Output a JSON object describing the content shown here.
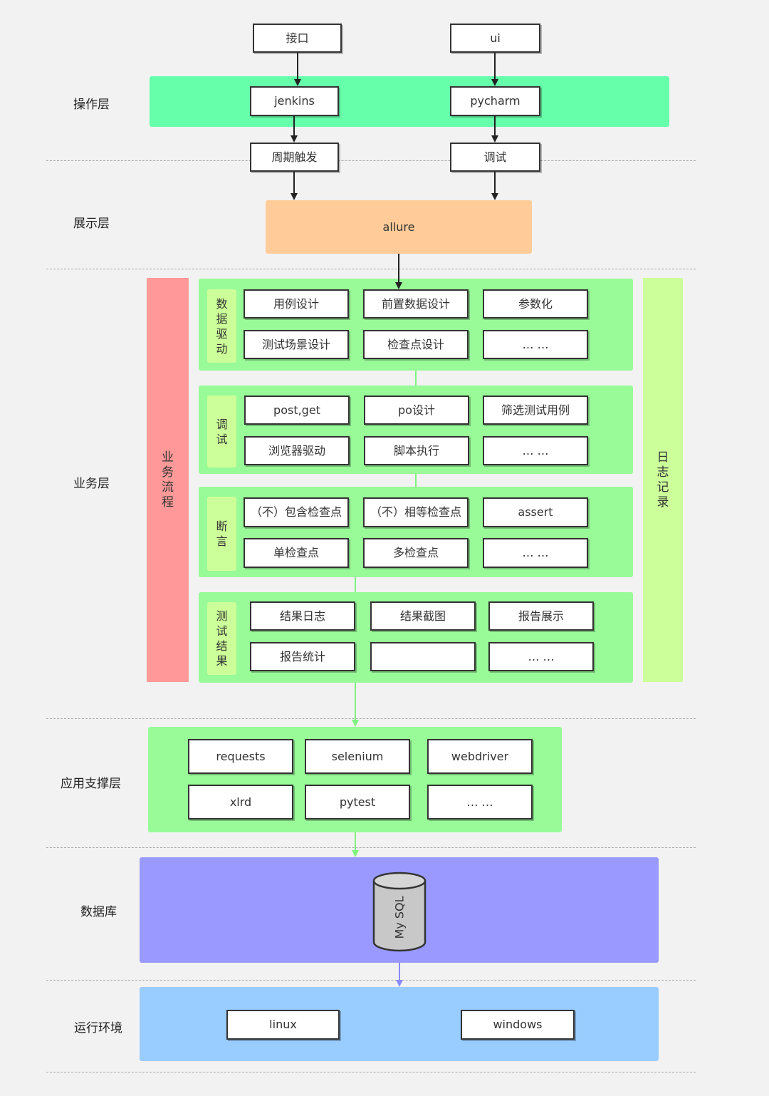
{
  "layers": {
    "operation": "操作层",
    "display": "展示层",
    "business": "业务层",
    "support": "应用支撑层",
    "database": "数据库",
    "runtime": "运行环境"
  },
  "top_inputs": {
    "api": "接口",
    "ui": "ui"
  },
  "operation_tools": {
    "jenkins": "jenkins",
    "pycharm": "pycharm"
  },
  "triggers": {
    "periodic": "周期触发",
    "debug": "调试"
  },
  "report_tool": "allure",
  "business": {
    "side_left": "业务流程",
    "side_right": "日志记录",
    "data_driven": {
      "label": "数据驱动",
      "items": [
        "用例设计",
        "前置数据设计",
        "参数化",
        "测试场景设计",
        "检查点设计",
        "… …"
      ]
    },
    "debugging": {
      "label": "调试",
      "items": [
        "post,get",
        "po设计",
        "筛选测试用例",
        "浏览器驱动",
        "脚本执行",
        "… …"
      ]
    },
    "assertion": {
      "label": "断言",
      "items": [
        "（不）包含检查点",
        "（不）相等检查点",
        "assert",
        "单检查点",
        "多检查点",
        "… …"
      ]
    },
    "results": {
      "label": "测试结果",
      "items": [
        "结果日志",
        "结果截图",
        "报告展示",
        "报告统计",
        "",
        "… …"
      ]
    }
  },
  "support": {
    "items": [
      "requests",
      "selenium",
      "webdriver",
      "xlrd",
      "pytest",
      "… …"
    ]
  },
  "database": {
    "cylinder_label": "My SQL"
  },
  "runtime": {
    "items": [
      "linux",
      "windows"
    ]
  },
  "colors": {
    "operation_band": "#66ffaa",
    "display_band": "#ffcc99",
    "business_group": "#98fb98",
    "business_flow": "#ff9999",
    "log_record": "#ccff99",
    "database_band": "#9999ff",
    "runtime_band": "#99ccff"
  }
}
